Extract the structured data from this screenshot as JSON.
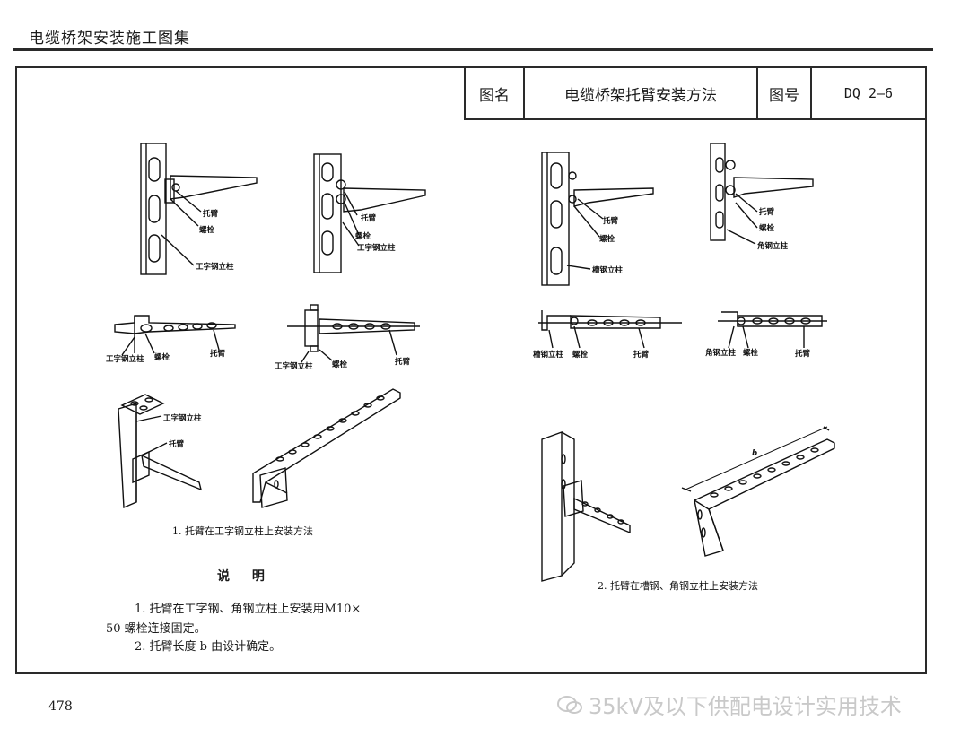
{
  "header": {
    "title": "电缆桥架安装施工图集"
  },
  "title_block": {
    "name_label": "图名",
    "name_value": "电缆桥架托臂安装方法",
    "number_label": "图号",
    "number_value": "DQ 2—6"
  },
  "labels": {
    "tuobi": "托臂",
    "luoshuan": "螺栓",
    "gongzi_gang_lizhu": "工字钢立柱",
    "cao_gang_lizhu": "槽钢立柱",
    "jiao_gang_lizhu": "角钢立柱",
    "dimension_b": "b"
  },
  "captions": {
    "left": "1. 托臂在工字钢立柱上安装方法",
    "right": "2. 托臂在槽钢、角钢立柱上安装方法"
  },
  "notes": {
    "title": "说  明",
    "line1": "1. 托臂在工字钢、角钢立柱上安装用M10×",
    "line2": "50 螺栓连接固定。",
    "line3": "2. 托臂长度 b 由设计确定。"
  },
  "footer": {
    "page_number": "478",
    "watermark": "35kV及以下供配电设计实用技术"
  }
}
